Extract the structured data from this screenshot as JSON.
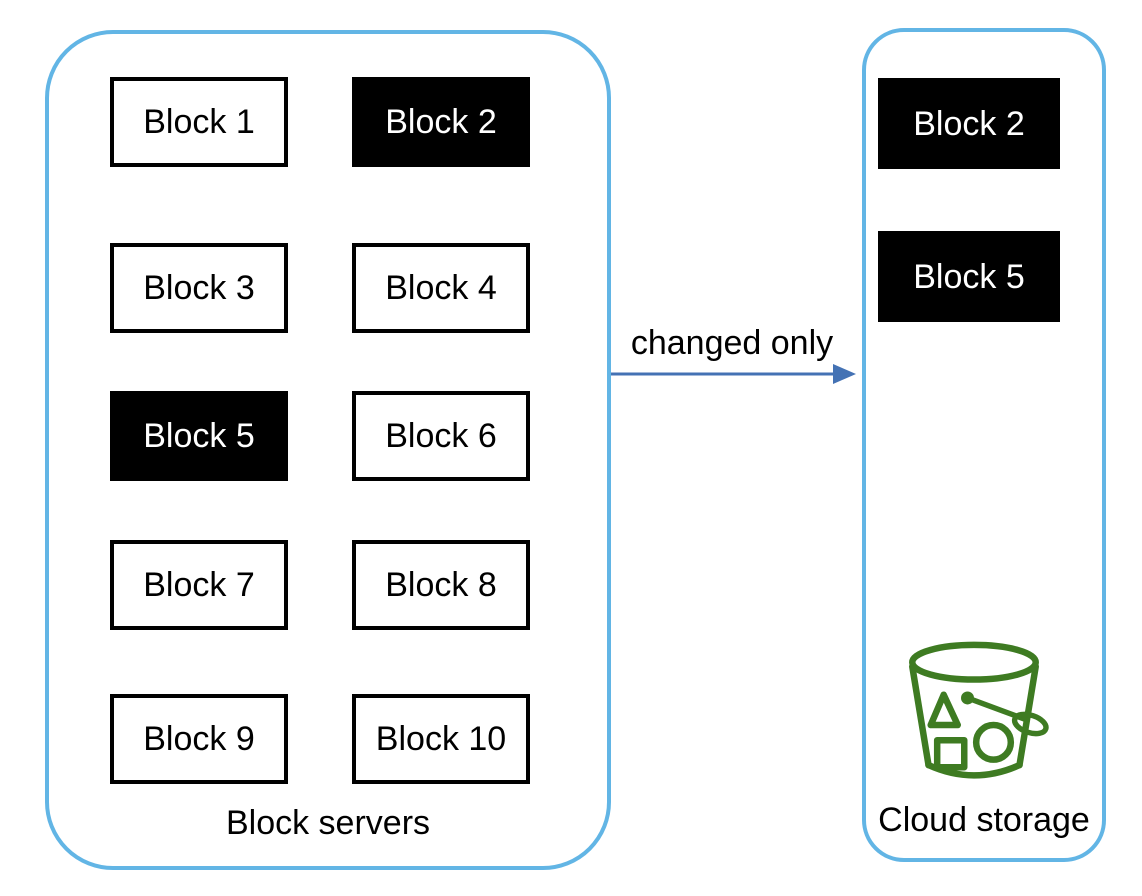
{
  "block_servers_panel": {
    "label": "Block servers",
    "blocks": [
      {
        "label": "Block 1",
        "changed": false
      },
      {
        "label": "Block 2",
        "changed": true
      },
      {
        "label": "Block 3",
        "changed": false
      },
      {
        "label": "Block 4",
        "changed": false
      },
      {
        "label": "Block 5",
        "changed": true
      },
      {
        "label": "Block 6",
        "changed": false
      },
      {
        "label": "Block 7",
        "changed": false
      },
      {
        "label": "Block 8",
        "changed": false
      },
      {
        "label": "Block 9",
        "changed": false
      },
      {
        "label": "Block 10",
        "changed": false
      }
    ]
  },
  "arrow": {
    "label": "changed only"
  },
  "cloud_storage_panel": {
    "label": "Cloud storage",
    "icon": "s3-bucket-icon",
    "blocks": [
      {
        "label": "Block 2",
        "changed": true
      },
      {
        "label": "Block 5",
        "changed": true
      }
    ]
  },
  "colors": {
    "panel_border": "#62B5E5",
    "arrow": "#4472B4",
    "bucket": "#3E7B22",
    "changed_bg": "#000000",
    "changed_text": "#FFFFFF",
    "block_border": "#000000"
  }
}
